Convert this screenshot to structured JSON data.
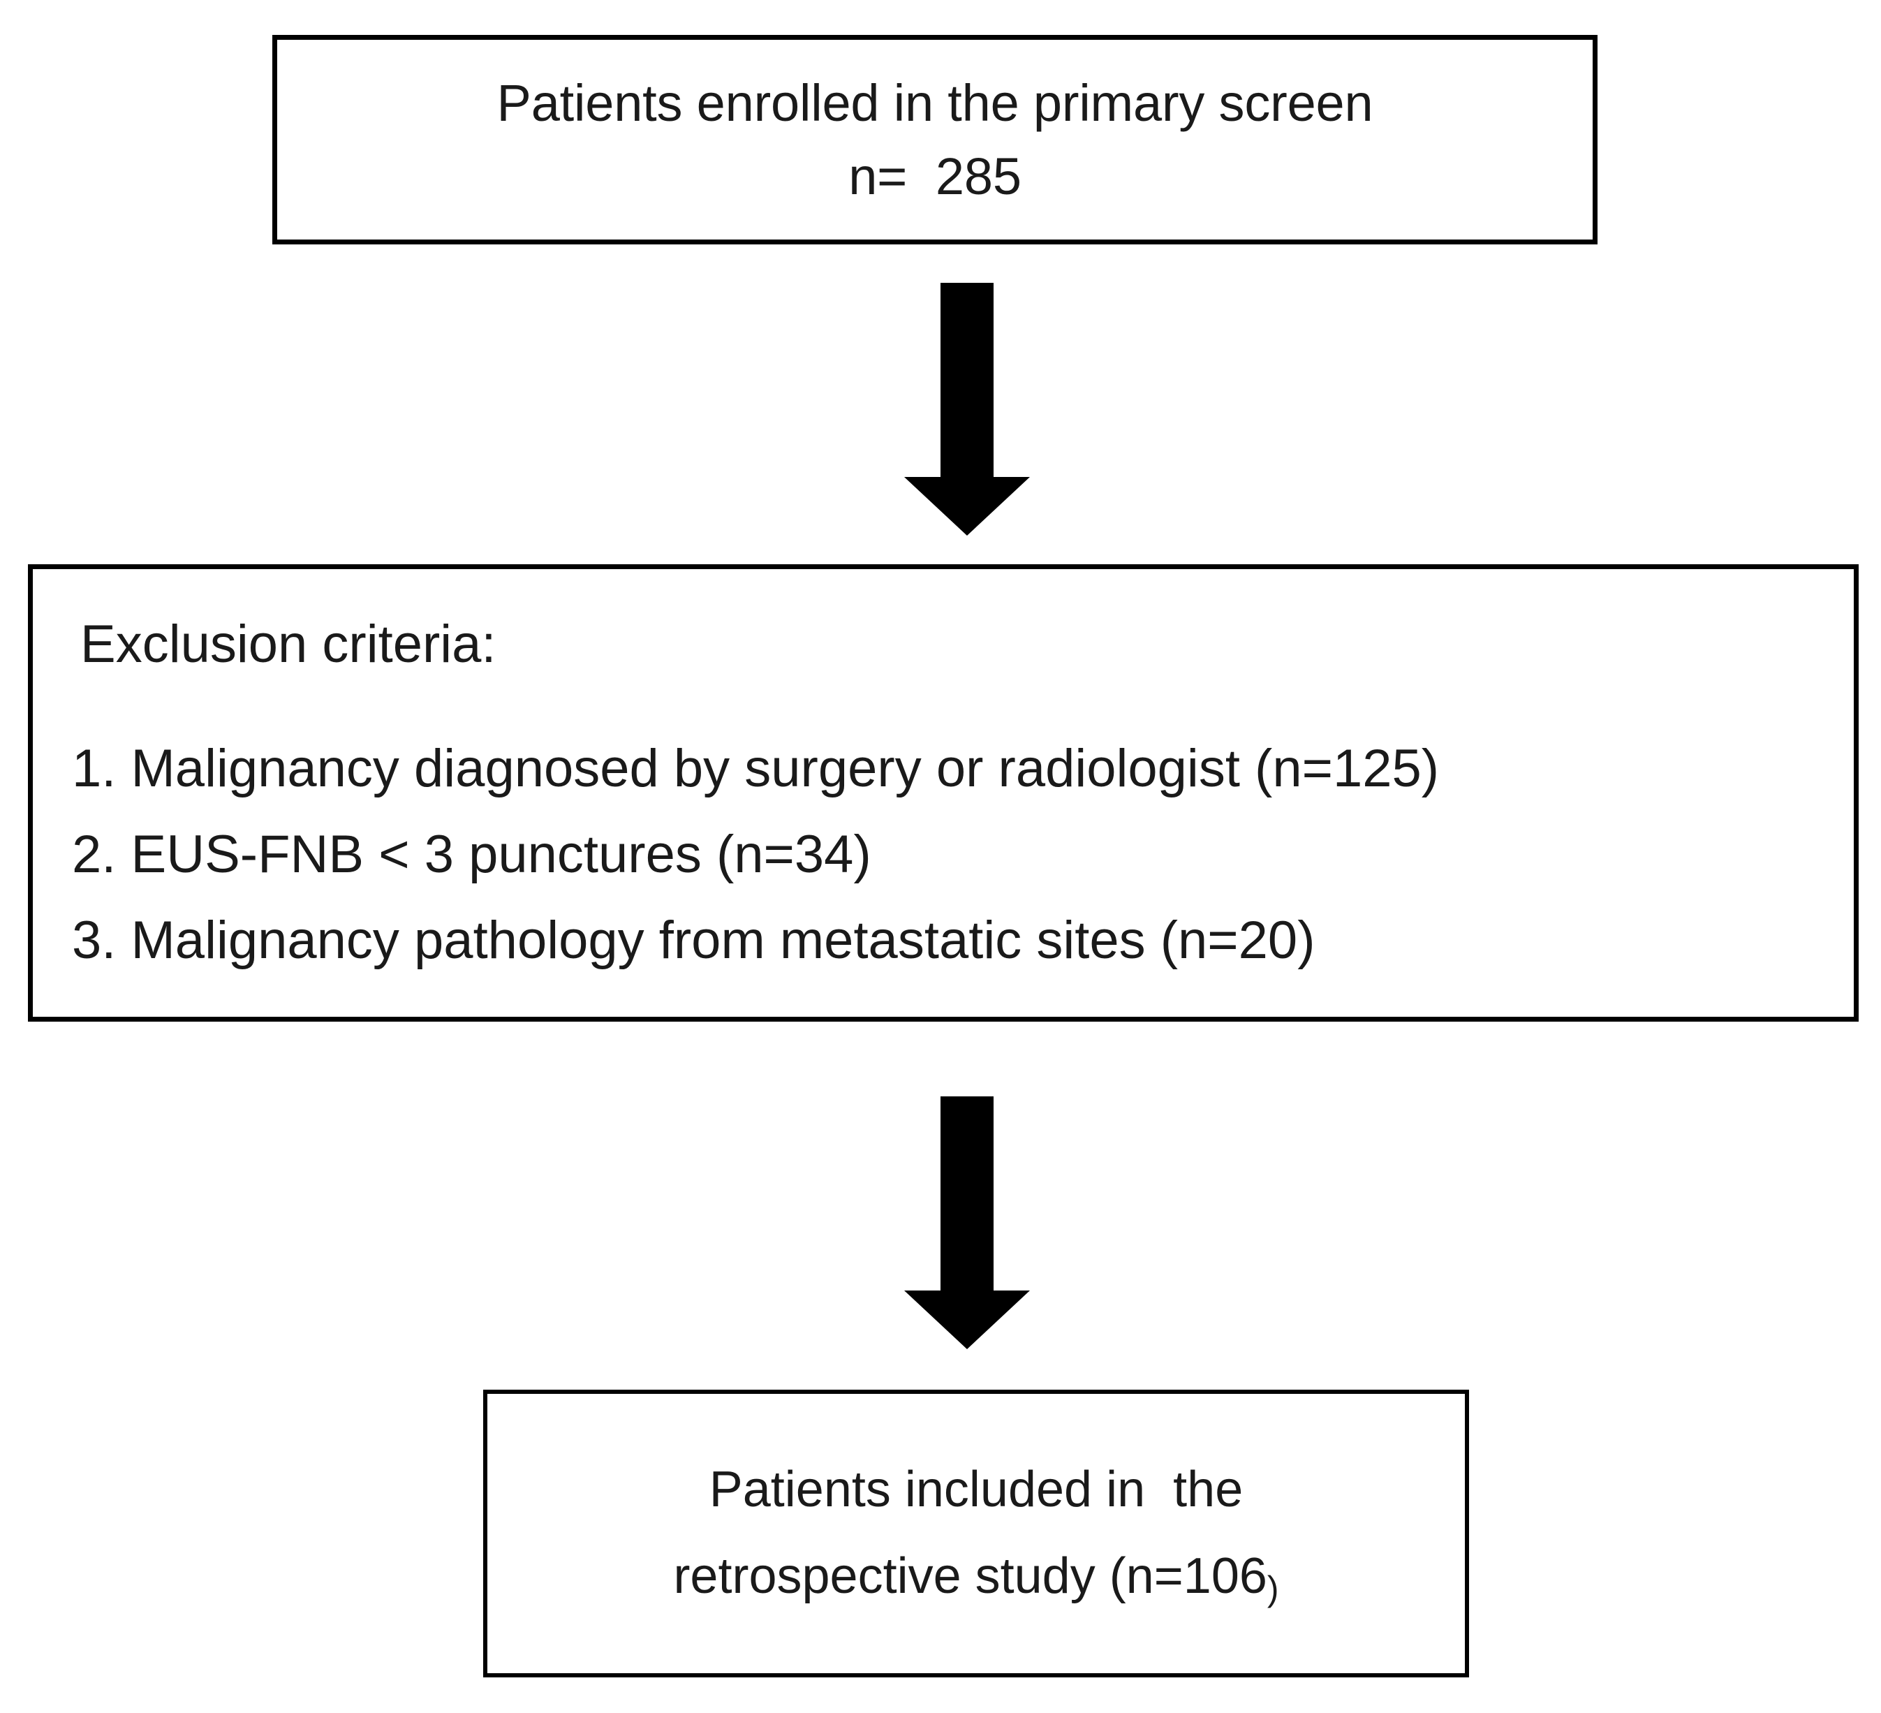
{
  "diagram": {
    "title": "Patient selection flow diagram",
    "type": "flowchart",
    "colors": {
      "box_border": "#000000",
      "box_fill": "#ffffff",
      "text": "#1a1a1a",
      "arrow": "#000000"
    },
    "boxes": [
      {
        "id": "enrolled",
        "lines": [
          "Patients enrolled in the primary screen",
          "n=  285"
        ],
        "count_label": "n=  285",
        "count_value": 285
      },
      {
        "id": "exclusion",
        "heading": "Exclusion criteria:",
        "criteria": [
          {
            "number": "1.",
            "text": "Malignancy diagnosed by surgery or radiologist (n=125)",
            "n": 125
          },
          {
            "number": "2.",
            "text": "EUS-FNB < 3 punctures (n=34)",
            "n": 34
          },
          {
            "number": "3.",
            "text": "Malignancy pathology from metastatic sites (n=20)",
            "n": 20
          }
        ],
        "lines": [
          "1. Malignancy diagnosed by surgery or radiologist (n=125)",
          "2. EUS-FNB < 3 punctures (n=34)",
          "3. Malignancy pathology from metastatic sites (n=20)"
        ]
      },
      {
        "id": "included",
        "lines": [
          "Patients included in  the",
          "retrospective study (n=106"
        ],
        "line1": "Patients included in  the",
        "line2_main": "retrospective study (n=106",
        "line2_paren": ")",
        "count_value": 106
      }
    ],
    "arrows": [
      {
        "id": "arrow-top",
        "direction": "down",
        "from": "enrolled",
        "to": "exclusion"
      },
      {
        "id": "arrow-bottom",
        "direction": "down",
        "from": "exclusion",
        "to": "included"
      }
    ]
  }
}
